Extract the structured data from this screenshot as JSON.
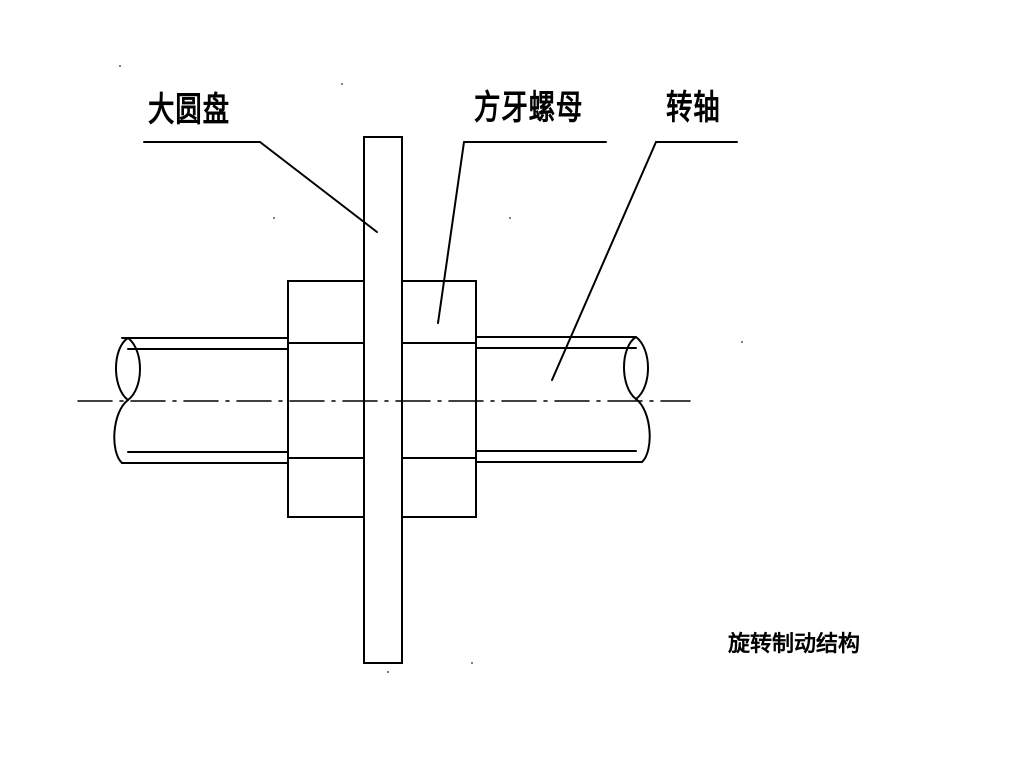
{
  "labels": {
    "disk": "大圆盘",
    "nut": "方牙螺母",
    "shaft": "转轴"
  },
  "caption": "旋转制动结构",
  "colors": {
    "line": "#000000",
    "background": "#ffffff"
  }
}
